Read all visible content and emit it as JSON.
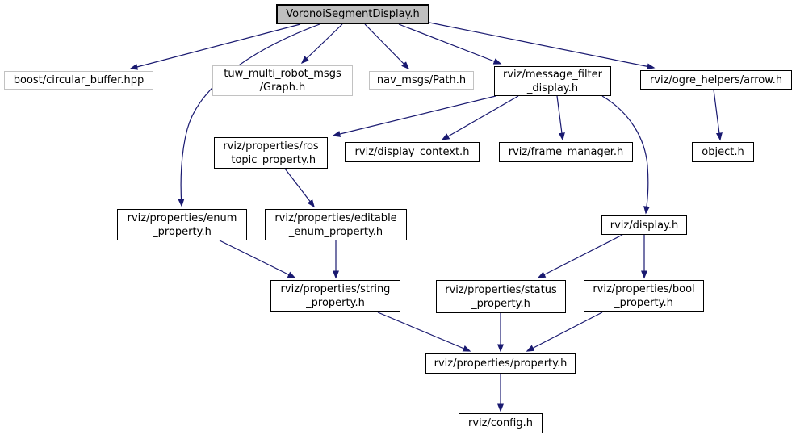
{
  "colors": {
    "edge-color": "#191970",
    "root-fill": "#bfbfbf",
    "external-border": "#c2c2c2",
    "node-border": "#000000"
  },
  "graph": {
    "type": "include-dependency-graph",
    "root": "VoronoiSegmentDisplay.h"
  },
  "nodes": {
    "voronoi": {
      "label": "VoronoiSegmentDisplay.h"
    },
    "circ": {
      "label": "boost/circular_buffer.hpp"
    },
    "graph": {
      "label": "tuw_multi_robot_msgs",
      "label2": "/Graph.h"
    },
    "path": {
      "label": "nav_msgs/Path.h"
    },
    "msgfilter": {
      "label": "rviz/message_filter",
      "label2": "_display.h"
    },
    "arrow": {
      "label": "rviz/ogre_helpers/arrow.h"
    },
    "rostopic": {
      "label": "rviz/properties/ros",
      "label2": "_topic_property.h"
    },
    "dispctx": {
      "label": "rviz/display_context.h"
    },
    "framemgr": {
      "label": "rviz/frame_manager.h"
    },
    "object": {
      "label": "object.h"
    },
    "enum": {
      "label": "rviz/properties/enum",
      "label2": "_property.h"
    },
    "editenum": {
      "label": "rviz/properties/editable",
      "label2": "_enum_property.h"
    },
    "display": {
      "label": "rviz/display.h"
    },
    "string": {
      "label": "rviz/properties/string",
      "label2": "_property.h"
    },
    "status": {
      "label": "rviz/properties/status",
      "label2": "_property.h"
    },
    "bool": {
      "label": "rviz/properties/bool",
      "label2": "_property.h"
    },
    "property": {
      "label": "rviz/properties/property.h"
    },
    "config": {
      "label": "rviz/config.h"
    }
  },
  "edges": [
    {
      "from": "voronoi",
      "to": "circ"
    },
    {
      "from": "voronoi",
      "to": "enum"
    },
    {
      "from": "voronoi",
      "to": "graph"
    },
    {
      "from": "voronoi",
      "to": "path"
    },
    {
      "from": "voronoi",
      "to": "msgfilter"
    },
    {
      "from": "voronoi",
      "to": "arrow"
    },
    {
      "from": "msgfilter",
      "to": "rostopic"
    },
    {
      "from": "msgfilter",
      "to": "dispctx"
    },
    {
      "from": "msgfilter",
      "to": "framemgr"
    },
    {
      "from": "msgfilter",
      "to": "display"
    },
    {
      "from": "arrow",
      "to": "object"
    },
    {
      "from": "rostopic",
      "to": "editenum"
    },
    {
      "from": "enum",
      "to": "string"
    },
    {
      "from": "editenum",
      "to": "string"
    },
    {
      "from": "display",
      "to": "status"
    },
    {
      "from": "display",
      "to": "bool"
    },
    {
      "from": "string",
      "to": "property"
    },
    {
      "from": "status",
      "to": "property"
    },
    {
      "from": "bool",
      "to": "property"
    },
    {
      "from": "property",
      "to": "config"
    }
  ]
}
